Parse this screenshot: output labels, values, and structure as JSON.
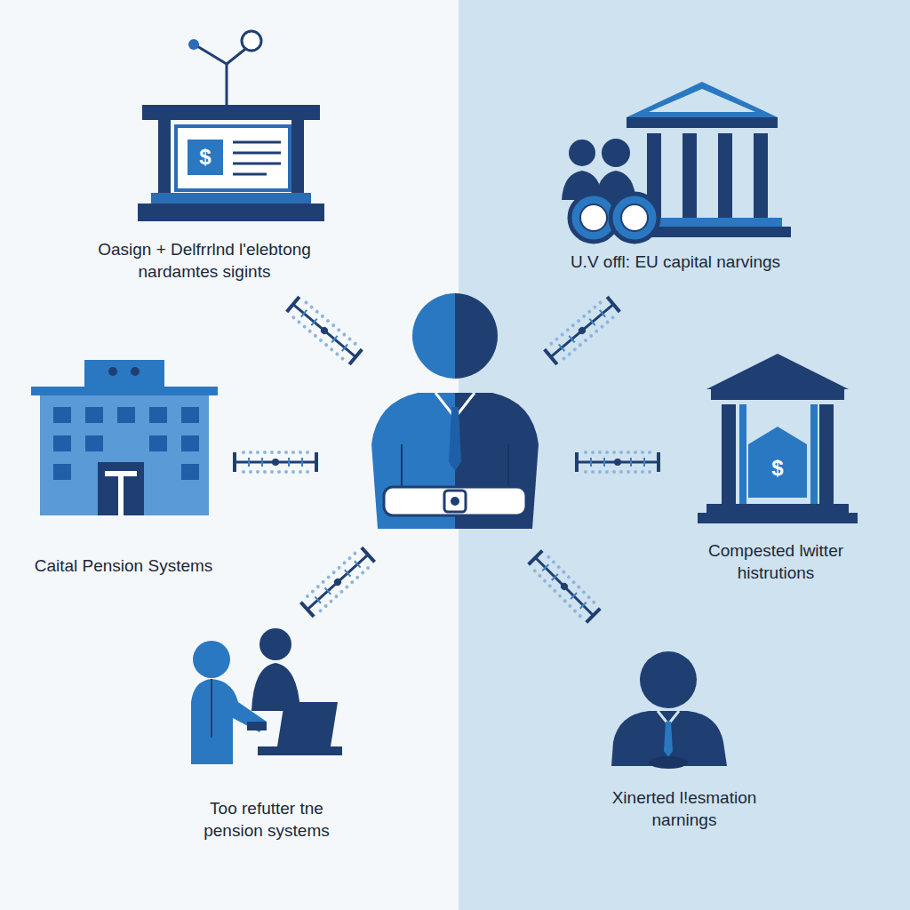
{
  "diagram": {
    "nodes": [
      {
        "text": [
          "Oasign + Delfrrlnd l'elebtong nardamtes sigints"
        ]
      },
      {
        "text": [
          "U.V offl: EU capital narvings"
        ]
      },
      {
        "text": [
          "Caital Pension Systems"
        ]
      },
      {
        "text": [
          "Compested lwitter histrutions"
        ]
      },
      {
        "text": [
          "Too refutter tne pension systems"
        ]
      },
      {
        "text": [
          "Xinerted l!esmation narnings"
        ]
      }
    ],
    "labels": [
      "$",
      "$"
    ]
  }
}
